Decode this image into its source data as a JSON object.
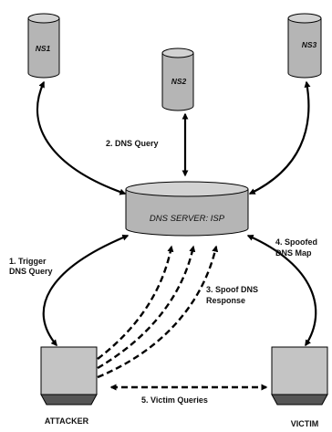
{
  "servers": {
    "ns1": "NS1",
    "ns2": "NS2",
    "ns3": "NS3",
    "dns_server": "DNS SERVER: ISP"
  },
  "hosts": {
    "attacker": "ATTACKER",
    "victim": "VICTIM"
  },
  "steps": {
    "step1_line1": "1. Trigger",
    "step1_line2": "DNS Query",
    "step2": "2. DNS Query",
    "step3_line1": "3. Spoof DNS",
    "step3_line2": "Response",
    "step4_line1": "4. Spoofed",
    "step4_line2": "DNS Map",
    "step5": "5. Victim Queries"
  },
  "colors": {
    "cylinder_fill": "#b5b5b5",
    "cylinder_top": "#d2d2d2",
    "outline": "#000000",
    "computer_fill": "#c4c4c4",
    "computer_base": "#555555"
  }
}
